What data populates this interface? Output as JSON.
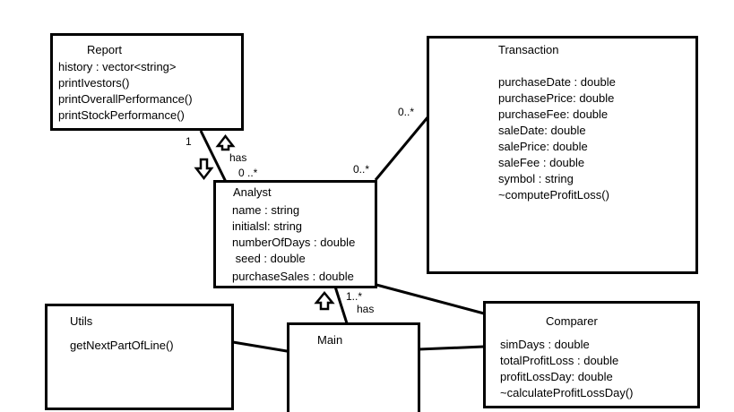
{
  "classes": {
    "report": {
      "name": "Report",
      "members": [
        "history : vector<string>",
        "printIvestors()",
        "printOverallPerformance()",
        "printStockPerformance()"
      ]
    },
    "transaction": {
      "name": "Transaction",
      "members": [
        "",
        "purchaseDate : double",
        "purchasePrice: double",
        "purchaseFee: double",
        "saleDate: double",
        "salePrice: double",
        "saleFee : double",
        "symbol : string",
        "~computeProfitLoss()"
      ]
    },
    "analyst": {
      "name": "Analyst",
      "members": [
        "name : string",
        "initialsl: string",
        "numberOfDays : double",
        " seed : double",
        "purchaseSales : double"
      ]
    },
    "utils": {
      "name": "Utils",
      "members": [
        "getNextPartOfLine()"
      ]
    },
    "main": {
      "name": "Main",
      "members": []
    },
    "comparer": {
      "name": "Comparer",
      "members": [
        "simDays : double",
        "totalProfitLoss : double",
        "profitLossDay: double",
        "~calculateProfitLossDay()"
      ]
    }
  },
  "labels": {
    "report_mult": "1",
    "report_has": "has",
    "analyst_mult_top": "0 ..*",
    "analyst_mult_right": "0..*",
    "transaction_mult": "0..*",
    "main_mult": "1..*",
    "main_has": "has"
  }
}
